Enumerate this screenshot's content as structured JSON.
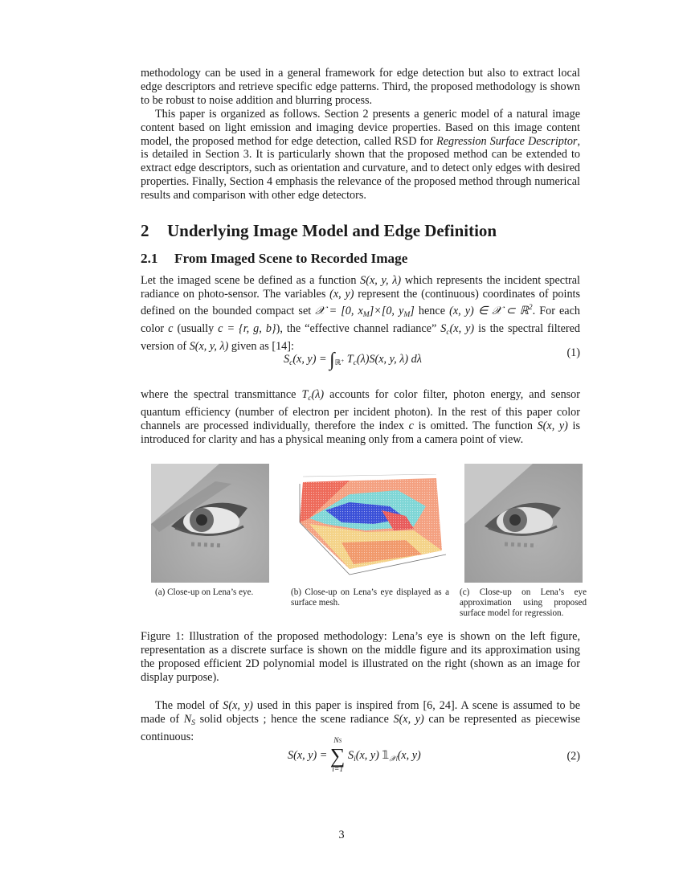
{
  "intro": {
    "para1": "methodology can be used in a general framework for edge detection but also to extract local edge descriptors and retrieve specific edge patterns. Third, the proposed methodology is shown to be robust to noise addition and blurring process.",
    "para2_a": "This paper is organized as follows. Section 2 presents a generic model of a natural image content based on light emission and imaging device properties. Based on this image content model, the proposed method for edge detection, called RSD for ",
    "para2_italic1": "Regression Surface Descriptor",
    "para2_b": ", is detailed in Section 3. It is particularly shown that the proposed method can be extended to extract edge descriptors, such as orientation and curvature, and to detect only edges with desired properties. Finally, Section 4 emphasis the relevance of the proposed method through numerical results and comparison with other edge detectors."
  },
  "section2": {
    "number": "2",
    "title": "Underlying Image Model and Edge Definition"
  },
  "section2_1": {
    "number": "2.1",
    "title": "From Imaged Scene to Recorded Image",
    "para1_a": "Let the imaged scene be defined as a function ",
    "para1_m1": "S(x, y, λ)",
    "para1_b": " which represents the incident spec­tral radiance on photo-sensor. The variables ",
    "para1_m2": "(x, y)",
    "para1_c": " represent the (continuous) coordinates of points defined on the bounded compact set ",
    "para1_m3": "𝒳 = [0, x_M]×[0, y_M]",
    "para1_d": " hence ",
    "para1_m4": "(x, y) ∈ 𝒳 ⊂ ℝ²",
    "para1_e": ". For each color ",
    "para1_m5": "c",
    "para1_f": " (usually ",
    "para1_m6": "c = {r, g, b}",
    "para1_g": "), the “effective channel radiance” ",
    "para1_m7": "S_c(x, y)",
    "para1_h": " is the spectral filtered version of ",
    "para1_m8": "S(x, y, λ)",
    "para1_i": " given as [14]:",
    "eq1_number": "(1)",
    "para2_a": "where the spectral transmittance ",
    "para2_m1": "T_c(λ)",
    "para2_b": " accounts for color filter, photon energy, and sensor quantum efficiency (number of electron per incident photon). In the rest of this paper color channels are processed individually, therefore the index ",
    "para2_m2": "c",
    "para2_c": " is omitted. The function ",
    "para2_m3": "S(x, y)",
    "para2_d": " is introduced for clarity and has a physical meaning only from a camera point of view."
  },
  "figure1": {
    "subfigures": [
      {
        "label": "(a) Close-up on Lena’s eye.",
        "image": "grayscale close-up of Lena's eye"
      },
      {
        "label": "(b) Close-up on Lena’s eye displayed as a surface mesh.",
        "image": "3D colored surface mesh plot of Lena's eye"
      },
      {
        "label": "(c) Close-up on Lena’s eye approximation using proposed surface model for regression.",
        "image": "grayscale approximation of Lena's eye"
      }
    ],
    "caption": "Figure 1: Illustration of the proposed methodology: Lena’s eye is shown on the left figure, representation as a discrete surface is shown on the middle figure and its approximation using the proposed efficient 2D polynomial model is illustrated on the right (shown as an image for display purpose)."
  },
  "model": {
    "para_a": "The model of ",
    "para_m1": "S(x, y)",
    "para_b": " used in this paper is inspired from [6, 24]. A scene is assumed to be made of ",
    "para_m2": "N_S",
    "para_c": " solid objects ; hence the scene radiance ",
    "para_m3": "S(x, y)",
    "para_d": " can be represented as piecewise continuous:",
    "eq2_number": "(2)"
  },
  "page_number": "3"
}
